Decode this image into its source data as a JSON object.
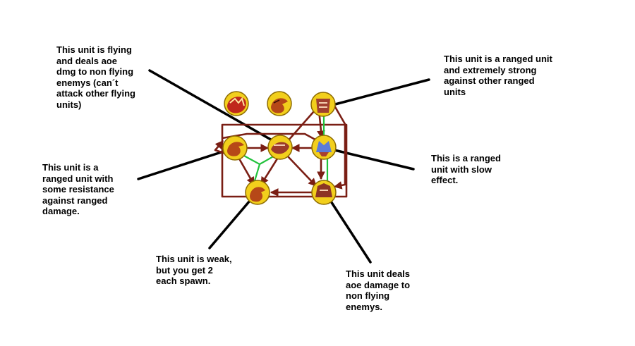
{
  "annotations": {
    "flying_unit": "This unit is flying\nand deals aoe\ndmg to non flying\nenemys (can´t\nattack other flying\nunits)",
    "anti_ranged": "This unit is a ranged unit\nand extremely strong\nagainst other ranged\nunits",
    "resistant_ranged": "This unit is a\nranged unit with\nsome resistance\nagainst ranged\ndamage.",
    "slow_ranged": "This is a ranged\nunit with slow\neffect.",
    "weak_unit": "This unit is weak,\nbut you get 2\neach spawn.",
    "aoe_ground": "This unit deals\naoe damage to\nnon flying\nenemys."
  },
  "colors": {
    "tree_line": "#7a1e14",
    "link_line": "#22c23c",
    "token_ring": "#f2cf1c",
    "token_face": "#a8402c",
    "leader_line": "#000000",
    "background": "#ffffff"
  },
  "icons": {
    "top_left": "red-creature-icon",
    "top_middle": "crab-claw-icon",
    "top_right": "ranged-archer-icon",
    "mid_left": "claw-ranged-icon",
    "mid_center": "flying-wyvern-icon",
    "mid_right": "blue-mage-icon",
    "bottom_left": "small-beast-icon",
    "bottom_right": "brute-icon"
  }
}
